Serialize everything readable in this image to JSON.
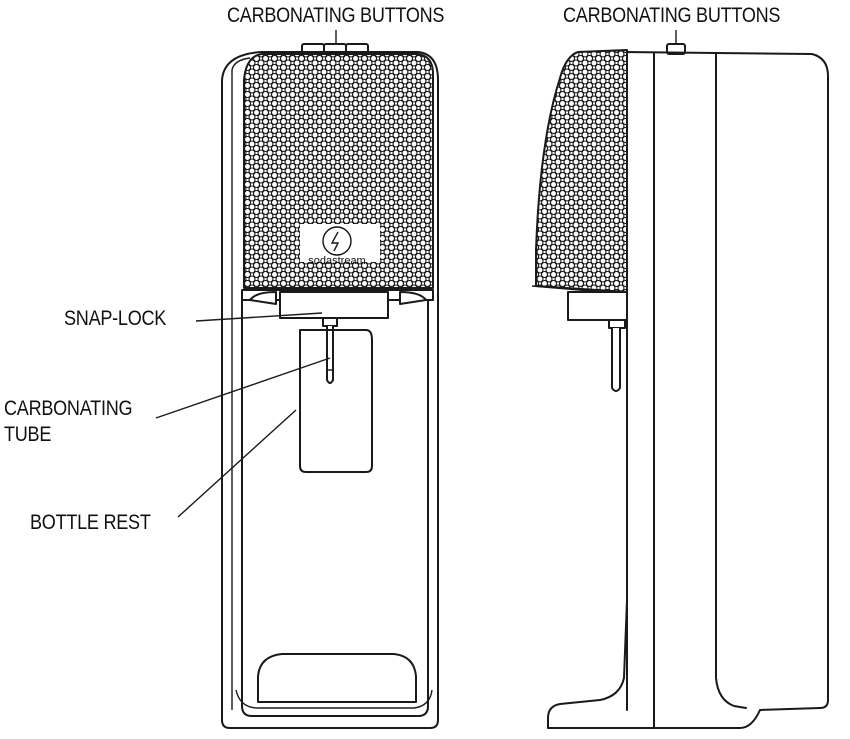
{
  "labels": {
    "carbonating_buttons_front": "CARBONATING BUTTONS",
    "carbonating_buttons_side": "CARBONATING BUTTONS",
    "snap_lock": "SNAP-LOCK",
    "carbonating_tube_line1": "CARBONATING",
    "carbonating_tube_line2": "TUBE",
    "bottle_rest": "BOTTLE REST"
  },
  "logo": {
    "brand": "sodastream"
  },
  "colors": {
    "line": "#1a1a1a",
    "background": "#ffffff"
  }
}
